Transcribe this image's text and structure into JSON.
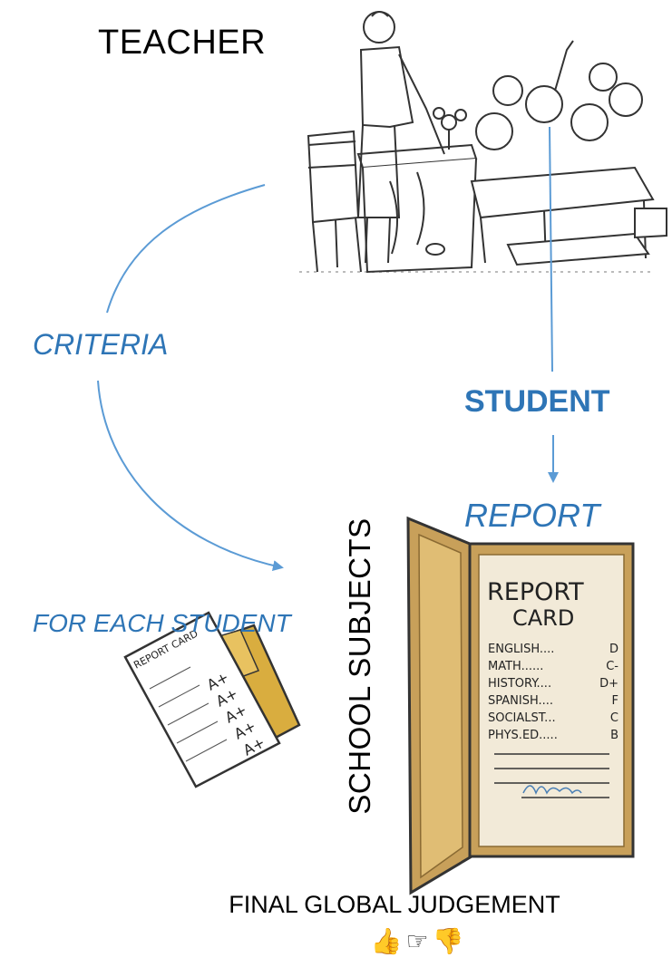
{
  "labels": {
    "teacher": "TEACHER",
    "criteria": "CRITERIA",
    "student": "STUDENT",
    "report": "REPORT",
    "for_each_student": "FOR EACH STUDENT",
    "school_subjects": "SCHOOL SUBJECTS",
    "final_judgement": "FINAL GLOBAL JUDGEMENT"
  },
  "report_card": {
    "title_line1": "REPORT",
    "title_line2": "CARD",
    "rows": [
      {
        "subject": "ENGLISH....",
        "grade": "D"
      },
      {
        "subject": "MATH......",
        "grade": "C-"
      },
      {
        "subject": "HISTORY....",
        "grade": "D+"
      },
      {
        "subject": "SPANISH....",
        "grade": "F"
      },
      {
        "subject": "SOCIALST...",
        "grade": "C"
      },
      {
        "subject": "PHYS.ED.....",
        "grade": "B"
      }
    ]
  },
  "small_card": {
    "title": "REPORT CARD",
    "grades": [
      "A+",
      "A+",
      "A+",
      "A+",
      "A+"
    ]
  },
  "icons": [
    "thumbs-up-icon",
    "pointing-hand-icon",
    "thumbs-down-icon"
  ],
  "colors": {
    "accent_blue": "#2e75b6",
    "arrow_blue": "#5b9bd5",
    "wood": "#c8a05a",
    "wood_dark": "#8a6a33",
    "paper": "#f2ead8",
    "envelope": "#d9ad3f"
  }
}
